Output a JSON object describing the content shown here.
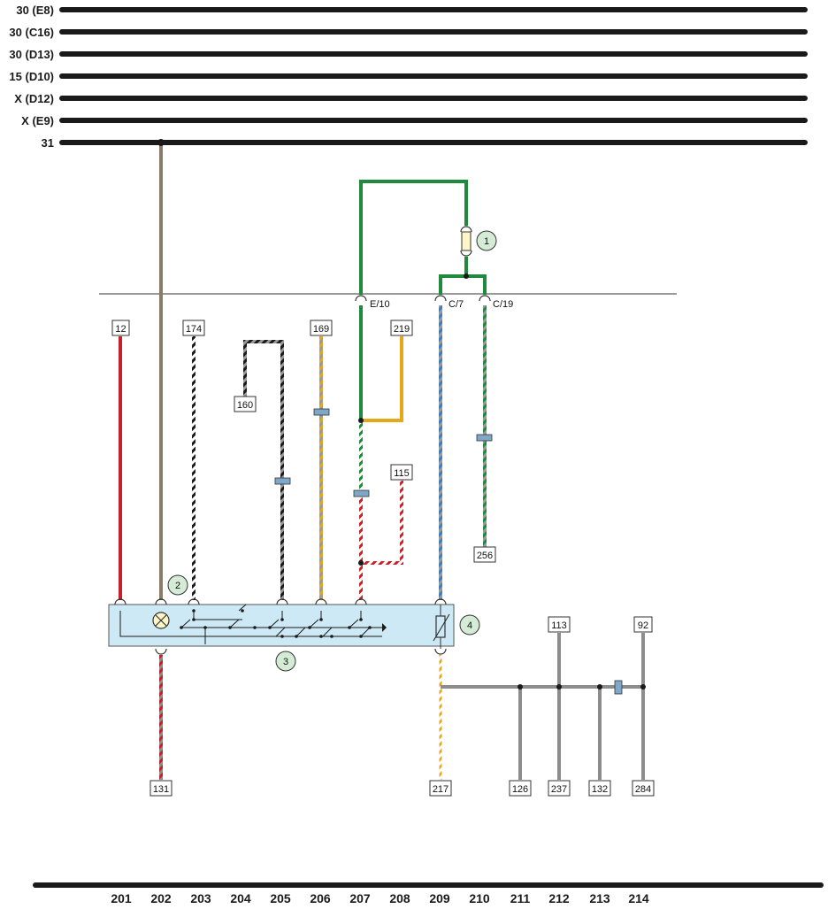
{
  "rails": [
    {
      "id": "e8",
      "label": "30 (E8)"
    },
    {
      "id": "c16",
      "label": "30 (C16)"
    },
    {
      "id": "d13",
      "label": "30 (D13)"
    },
    {
      "id": "d10",
      "label": "15 (D10)"
    },
    {
      "id": "d12",
      "label": "X (D12)"
    },
    {
      "id": "e9",
      "label": "X (E9)"
    },
    {
      "id": "gnd",
      "label": "31"
    }
  ],
  "connectors": {
    "e10": "E/10",
    "c7": "C/7",
    "c19": "C/19"
  },
  "ref_boxes": {
    "b12": "12",
    "b174": "174",
    "b160": "160",
    "b169": "169",
    "b219": "219",
    "b115": "115",
    "b256": "256",
    "b113": "113",
    "b92": "92",
    "b131": "131",
    "b217": "217",
    "b126": "126",
    "b237": "237",
    "b132": "132",
    "b284": "284"
  },
  "callouts": {
    "c1": "1",
    "c2": "2",
    "c3": "3",
    "c4": "4"
  },
  "columns": [
    "201",
    "202",
    "203",
    "204",
    "205",
    "206",
    "207",
    "208",
    "209",
    "210",
    "211",
    "212",
    "213",
    "214"
  ],
  "colors": {
    "rail": "#1a1a1a",
    "red": "#c8202a",
    "green": "#1f8a3c",
    "yellow": "#e8a718",
    "blue": "#3a7fc4",
    "grey": "#8c8c8c",
    "brown": "#8b7b68",
    "component_fill": "#cde9f6",
    "callout_fill": "#d4ecd6"
  }
}
